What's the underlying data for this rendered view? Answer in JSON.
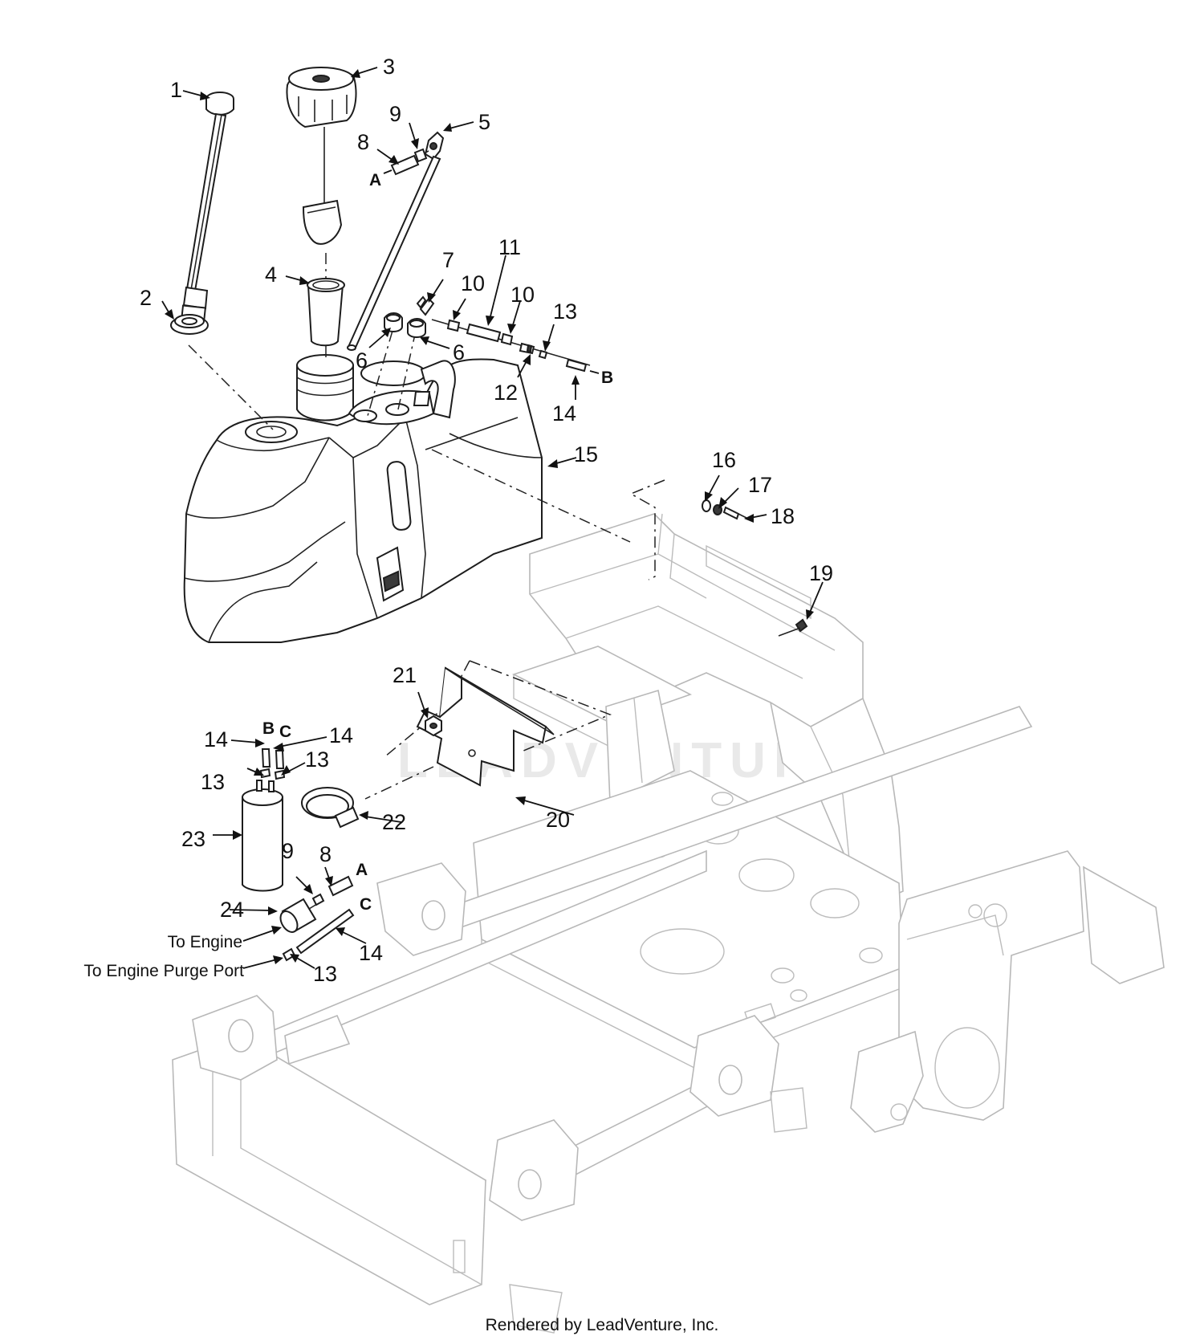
{
  "callouts": [
    {
      "id": "1",
      "label": "1"
    },
    {
      "id": "2",
      "label": "2"
    },
    {
      "id": "3",
      "label": "3"
    },
    {
      "id": "4",
      "label": "4"
    },
    {
      "id": "5",
      "label": "5"
    },
    {
      "id": "6a",
      "label": "6"
    },
    {
      "id": "6b",
      "label": "6"
    },
    {
      "id": "7",
      "label": "7"
    },
    {
      "id": "8a",
      "label": "8"
    },
    {
      "id": "8b",
      "label": "8"
    },
    {
      "id": "9a",
      "label": "9"
    },
    {
      "id": "9b",
      "label": "9"
    },
    {
      "id": "10a",
      "label": "10"
    },
    {
      "id": "10b",
      "label": "10"
    },
    {
      "id": "11",
      "label": "11"
    },
    {
      "id": "12",
      "label": "12"
    },
    {
      "id": "13a",
      "label": "13"
    },
    {
      "id": "13b",
      "label": "13"
    },
    {
      "id": "13c",
      "label": "13"
    },
    {
      "id": "13d",
      "label": "13"
    },
    {
      "id": "14a",
      "label": "14"
    },
    {
      "id": "14b",
      "label": "14"
    },
    {
      "id": "14c",
      "label": "14"
    },
    {
      "id": "14d",
      "label": "14"
    },
    {
      "id": "15",
      "label": "15"
    },
    {
      "id": "16",
      "label": "16"
    },
    {
      "id": "17",
      "label": "17"
    },
    {
      "id": "18",
      "label": "18"
    },
    {
      "id": "19",
      "label": "19"
    },
    {
      "id": "20",
      "label": "20"
    },
    {
      "id": "21",
      "label": "21"
    },
    {
      "id": "22",
      "label": "22"
    },
    {
      "id": "23",
      "label": "23"
    },
    {
      "id": "24",
      "label": "24"
    }
  ],
  "connection_letters": {
    "a_top": "A",
    "b_top": "B",
    "b_filter": "B",
    "c_filter": "C",
    "a_bottom": "A",
    "c_bottom": "C"
  },
  "destinations": {
    "engine": "To Engine",
    "purge": "To Engine Purge Port"
  },
  "watermark": "LEADVENTURE",
  "footer": "Rendered by LeadVenture, Inc."
}
